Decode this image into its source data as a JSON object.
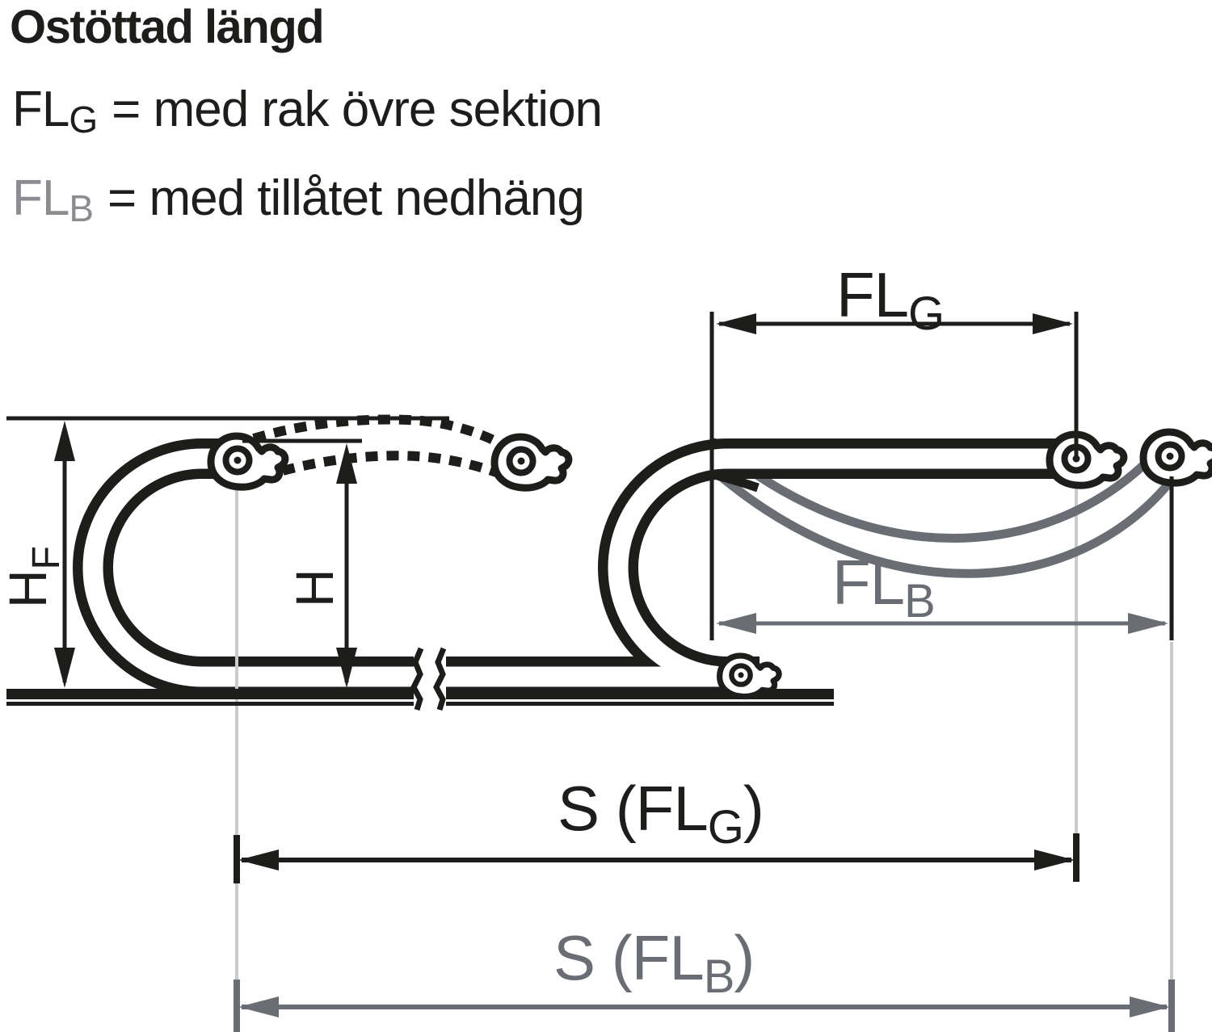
{
  "title": "Ostöttad längd",
  "legend": {
    "flg": {
      "symbol": "FL",
      "subscript": "G",
      "definition": "= med rak övre sektion"
    },
    "flb": {
      "symbol": "FL",
      "subscript": "B",
      "definition": "= med tillåtet nedhäng"
    }
  },
  "diagram": {
    "labels": {
      "flg": {
        "main": "FL",
        "sub": "G"
      },
      "flb": {
        "main": "FL",
        "sub": "B"
      },
      "s_flg": {
        "pre": "S (FL",
        "sub": "G",
        "post": ")"
      },
      "s_flb": {
        "pre": "S (FL",
        "sub": "B",
        "post": ")"
      },
      "hf": {
        "main": "H",
        "sub": "F"
      },
      "h": {
        "main": "H"
      }
    }
  },
  "colors": {
    "ink": "#1d1d1b",
    "dim_gray": "#6a6d73",
    "light_gray": "#c9cacb",
    "legend_gray": "#8a8c90",
    "background": "#ffffff"
  }
}
